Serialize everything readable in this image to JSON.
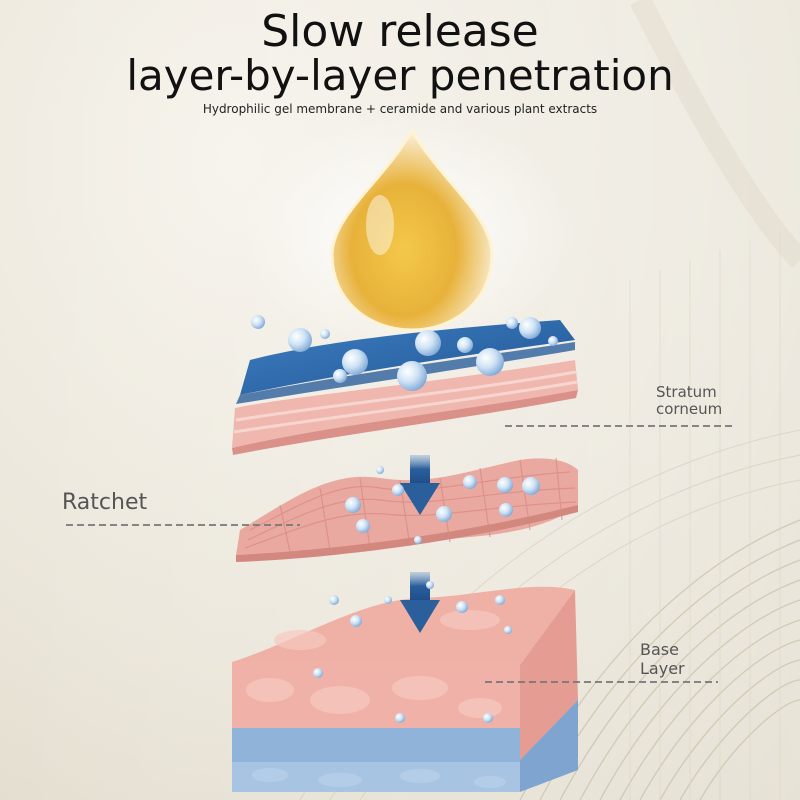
{
  "header": {
    "title_line1": "Slow release",
    "title_line2": "layer-by-layer penetration",
    "subtitle": "Hydrophilic gel membrane + ceramide and various plant extracts"
  },
  "labels": {
    "stratum_line1": "Stratum",
    "stratum_line2": "corneum",
    "ratchet": "Ratchet",
    "base_line1": "Base",
    "base_line2": "Layer"
  },
  "colors": {
    "droplet": "#e8b23a",
    "gel_blue": "#2e6aa8",
    "skin_pink": "#e9a7a0",
    "arrow_blue": "#2a5f9c",
    "base_blue": "#8fb3d9"
  }
}
